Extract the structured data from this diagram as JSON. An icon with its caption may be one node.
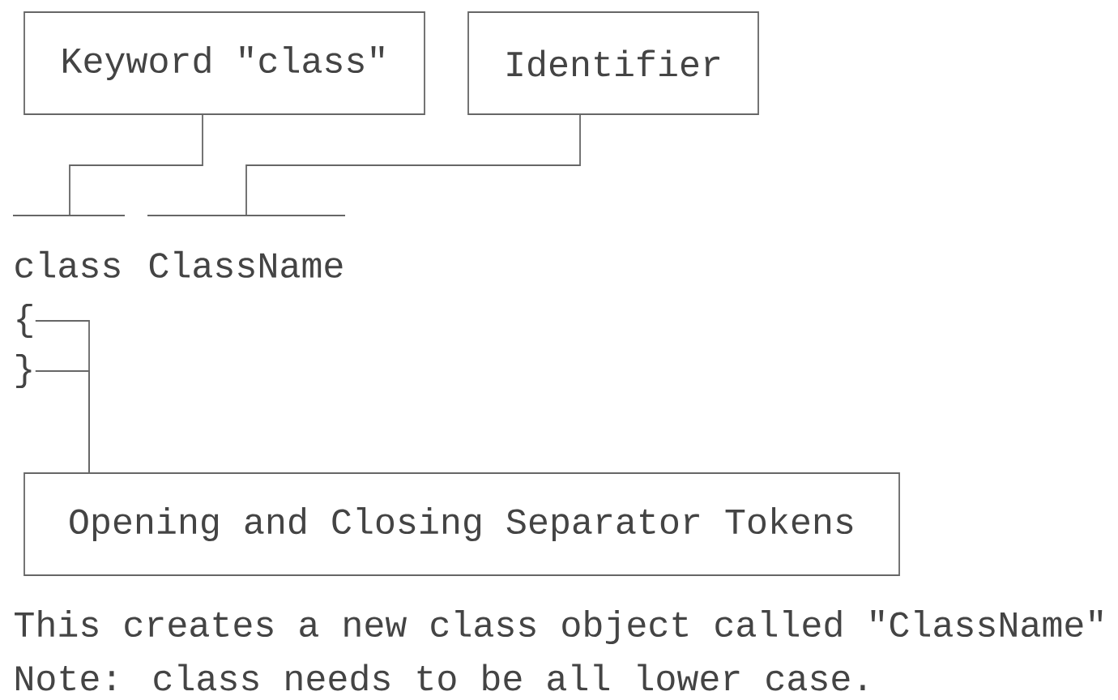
{
  "diagram": {
    "nodes": [
      {
        "text": [
          "Keyword \"class\""
        ]
      },
      {
        "text": [
          "Identifier"
        ]
      },
      {
        "text": [
          "class"
        ]
      },
      {
        "text": [
          "ClassName"
        ]
      },
      {
        "text": [
          "{"
        ]
      },
      {
        "text": [
          "}"
        ]
      },
      {
        "text": [
          "Opening and Closing Separator Tokens"
        ]
      }
    ],
    "edges": [
      {
        "from": 0,
        "to": 2,
        "arrow": "none"
      },
      {
        "from": 1,
        "to": 3,
        "arrow": "none"
      },
      {
        "from": 6,
        "to": 4,
        "arrow": "none"
      },
      {
        "from": 6,
        "to": 5,
        "arrow": "none"
      }
    ],
    "labels": [
      "This creates a new class object called \"ClassName\"",
      "Note: class needs to be all lower case."
    ]
  }
}
